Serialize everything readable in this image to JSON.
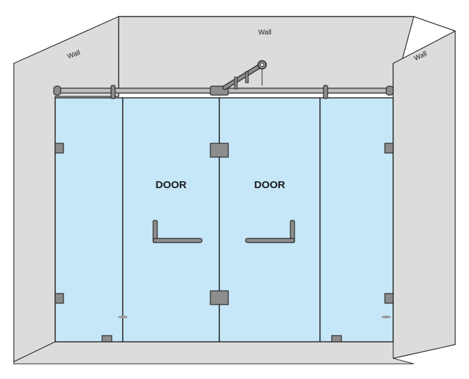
{
  "labels": {
    "wall_back": "Wall",
    "wall_left": "Wall",
    "wall_right": "Wall",
    "door_left": "DOOR",
    "door_right": "DOOR"
  },
  "colors": {
    "wall": "#dcdcdc",
    "glass": "#c5e7f7",
    "outline": "#2a2a2a",
    "hardware": "#8d8d8d",
    "rail": "#bdbdbd"
  }
}
